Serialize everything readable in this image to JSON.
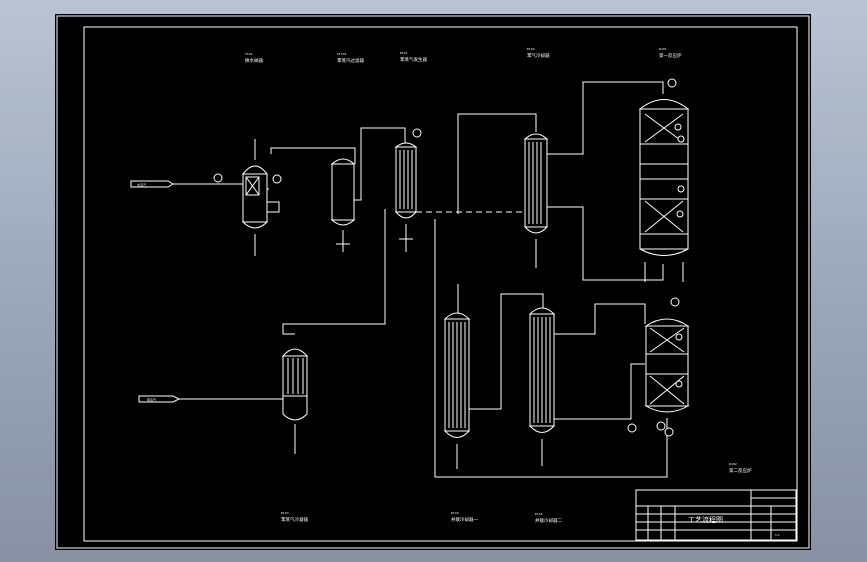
{
  "equipment": {
    "e1": {
      "tag": "T101",
      "name": "换水阀器"
    },
    "e2": {
      "tag": "ST101",
      "name": "苯蒸汽过滤器"
    },
    "e3": {
      "tag": "E101",
      "name": "苯蒸气发生器"
    },
    "e4": {
      "tag": "E102",
      "name": "苯气冷却器"
    },
    "e5": {
      "tag": "R101",
      "name": "第一反应炉"
    },
    "e6": {
      "tag": "E103",
      "name": "苯蒸气冷凝器"
    },
    "e7": {
      "tag": "E104",
      "name": "并联冷却器一"
    },
    "e8": {
      "tag": "E105",
      "name": "并联冷却器二"
    },
    "e9": {
      "tag": "R102",
      "name": "第二反应炉"
    }
  },
  "streams": {
    "feed_in": "水蒸汽",
    "product_out": "苯蒸汽"
  },
  "title_block": {
    "title": "工艺流程图",
    "scale": "1:1"
  },
  "colors": {
    "background": "#000000",
    "lines": "#ffffff",
    "frame_outer": "#b9c3d3"
  }
}
